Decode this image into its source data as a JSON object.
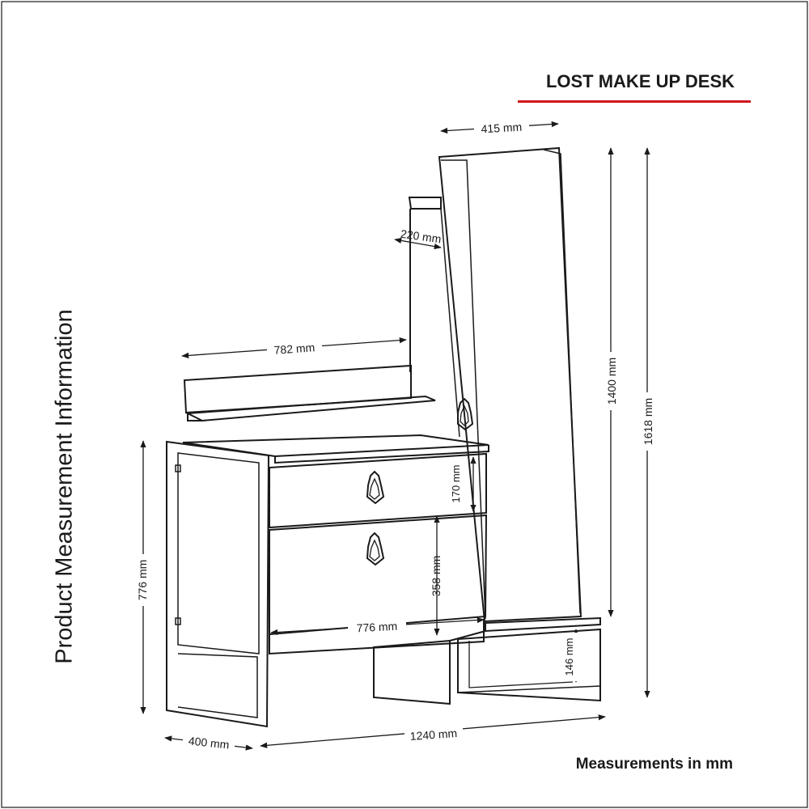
{
  "title": "LOST MAKE UP DESK",
  "side_title": "Product Measurement Information",
  "footer": "Measurements in mm",
  "colors": {
    "accent": "#d0161f",
    "ink": "#1a1a1a",
    "background": "#ffffff"
  },
  "dimensions": {
    "mirror_width": "415 mm",
    "shelf_depth": "220 mm",
    "shelf_width": "782 mm",
    "drawer_top_height": "170 mm",
    "drawer_bottom_height": "358 mm",
    "desk_inner_width": "776 mm",
    "cabinet_height": "776 mm",
    "mirror_height": "1400 mm",
    "total_height": "1618 mm",
    "lower_shelf_height": "146 mm",
    "depth": "400 mm",
    "total_width": "1240 mm"
  }
}
